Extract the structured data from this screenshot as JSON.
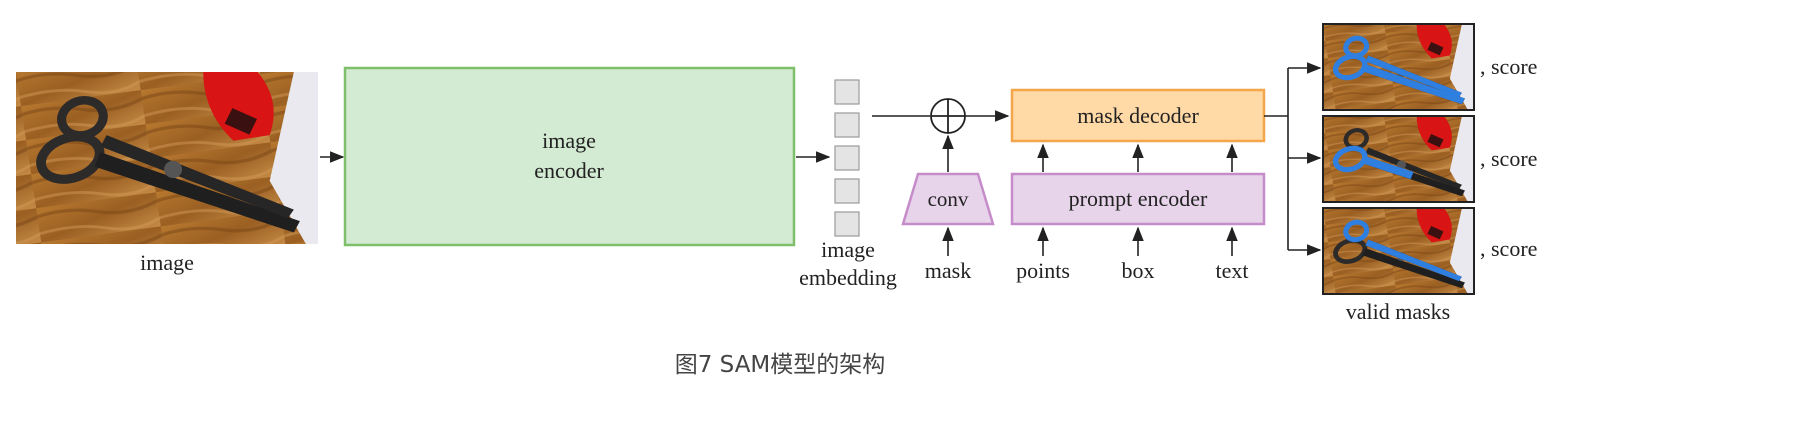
{
  "input_image": {
    "label": "image"
  },
  "image_encoder": {
    "line1": "image",
    "line2": "encoder",
    "fill": "#d3ead3",
    "stroke": "#7fbf6a"
  },
  "embedding": {
    "line1": "image",
    "line2": "embedding"
  },
  "conv": {
    "label": "conv",
    "input_label": "mask"
  },
  "mask_decoder": {
    "label": "mask decoder",
    "fill": "#ffd9a6",
    "stroke": "#f4a64a"
  },
  "prompt_encoder": {
    "label": "prompt encoder",
    "fill": "#e8d4ea",
    "stroke": "#c58cc9",
    "inputs": [
      "points",
      "box",
      "text"
    ]
  },
  "outputs": {
    "scores": [
      ", score",
      ", score",
      ", score"
    ],
    "label": "valid masks"
  },
  "caption": "图7 SAM模型的架构",
  "colors": {
    "mask_blue": "#2f7fe0",
    "line": "#222222"
  }
}
